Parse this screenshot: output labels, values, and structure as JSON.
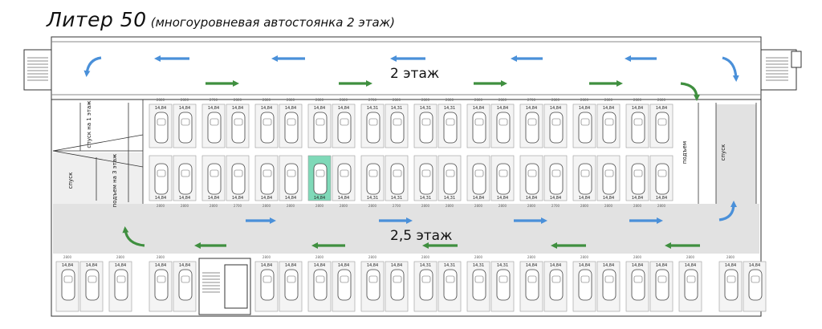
{
  "title": {
    "main": "Литер 50",
    "sub": "(многоуровневая автостоянка 2 этаж)"
  },
  "floors": {
    "upper": "2 этаж",
    "lower": "2,5 этаж"
  },
  "ramps": {
    "down_to_1": "спуск на 1 этаж",
    "up_to_3": "подъем на 3 этаж",
    "down_left": "спуск",
    "up_right": "подъем",
    "down_right": "спуск"
  },
  "space_labels": [
    "14,84",
    "14,31"
  ],
  "dimension_labels": [
    "2800",
    "2700",
    "5300"
  ],
  "highlighted_space": "row 2, column 4, left space",
  "colors": {
    "blue_arrow": "#4a90d9",
    "green_arrow": "#3f8f3f",
    "highlight": "#7fd9b8",
    "floor_gray": "#e2e2e2"
  }
}
